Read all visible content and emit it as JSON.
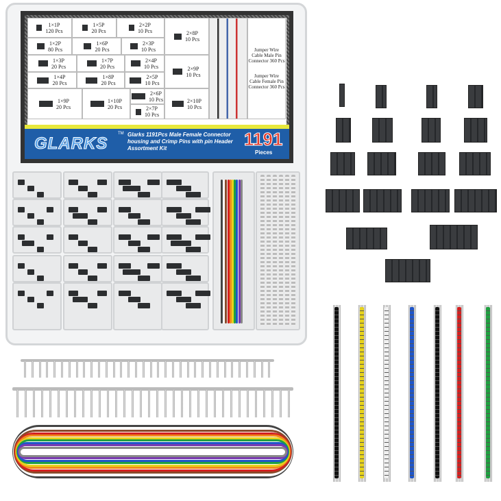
{
  "label": {
    "brand": "GLARKS",
    "trademark": "TM",
    "title": "Glarks 1191Pcs Male Female Connector housing and Crimp Pins with pin Header Assortment Kit",
    "count": "1191",
    "count_unit": "Pieces",
    "cells": [
      {
        "name": "1×1P",
        "qty": "120 Pcs"
      },
      {
        "name": "1×2P",
        "qty": "80 Pcs"
      },
      {
        "name": "1×3P",
        "qty": "20 Pcs"
      },
      {
        "name": "1×4P",
        "qty": "20 Pcs"
      },
      {
        "name": "1×9P",
        "qty": "20 Pcs"
      },
      {
        "name": "1×5P",
        "qty": "20 Pcs"
      },
      {
        "name": "1×6P",
        "qty": "20 Pcs"
      },
      {
        "name": "1×7P",
        "qty": "20 Pcs"
      },
      {
        "name": "1×8P",
        "qty": "20 Pcs"
      },
      {
        "name": "1×10P",
        "qty": "20 Pcs"
      },
      {
        "name": "2×2P",
        "qty": "10 Pcs"
      },
      {
        "name": "2×3P",
        "qty": "10 Pcs"
      },
      {
        "name": "2×4P",
        "qty": "10 Pcs"
      },
      {
        "name": "2×5P",
        "qty": "10 Pcs"
      },
      {
        "name": "2×6P",
        "qty": "10 Pcs"
      },
      {
        "name": "2×7P",
        "qty": "10 Pcs"
      },
      {
        "name": "2×8P",
        "qty": "10 Pcs"
      },
      {
        "name": "2×9P",
        "qty": "10 Pcs"
      },
      {
        "name": "2×10P",
        "qty": "10 Pcs"
      }
    ],
    "jumper_male": "Jumper Wire Cable Male Pin Connector 360 Pcs",
    "jumper_female": "Jumper Wire Cable Female Pin Connector 360 Pcs"
  },
  "colors": {
    "banner": "#1f5ea8",
    "accent": "#e7e83c",
    "count": "#e23a2c",
    "housing": "#2c2e30"
  },
  "header_colors": [
    "#111111",
    "#e6d21c",
    "#f0f0f0",
    "#1f55c8",
    "#111111",
    "#d42020",
    "#1fa040"
  ],
  "ribbon_colors": [
    "#444444",
    "#ffffff",
    "#8a4a2a",
    "#d42020",
    "#f08a1c",
    "#e6d21c",
    "#1fa040",
    "#1f55c8",
    "#7a3ab0",
    "#888888"
  ]
}
